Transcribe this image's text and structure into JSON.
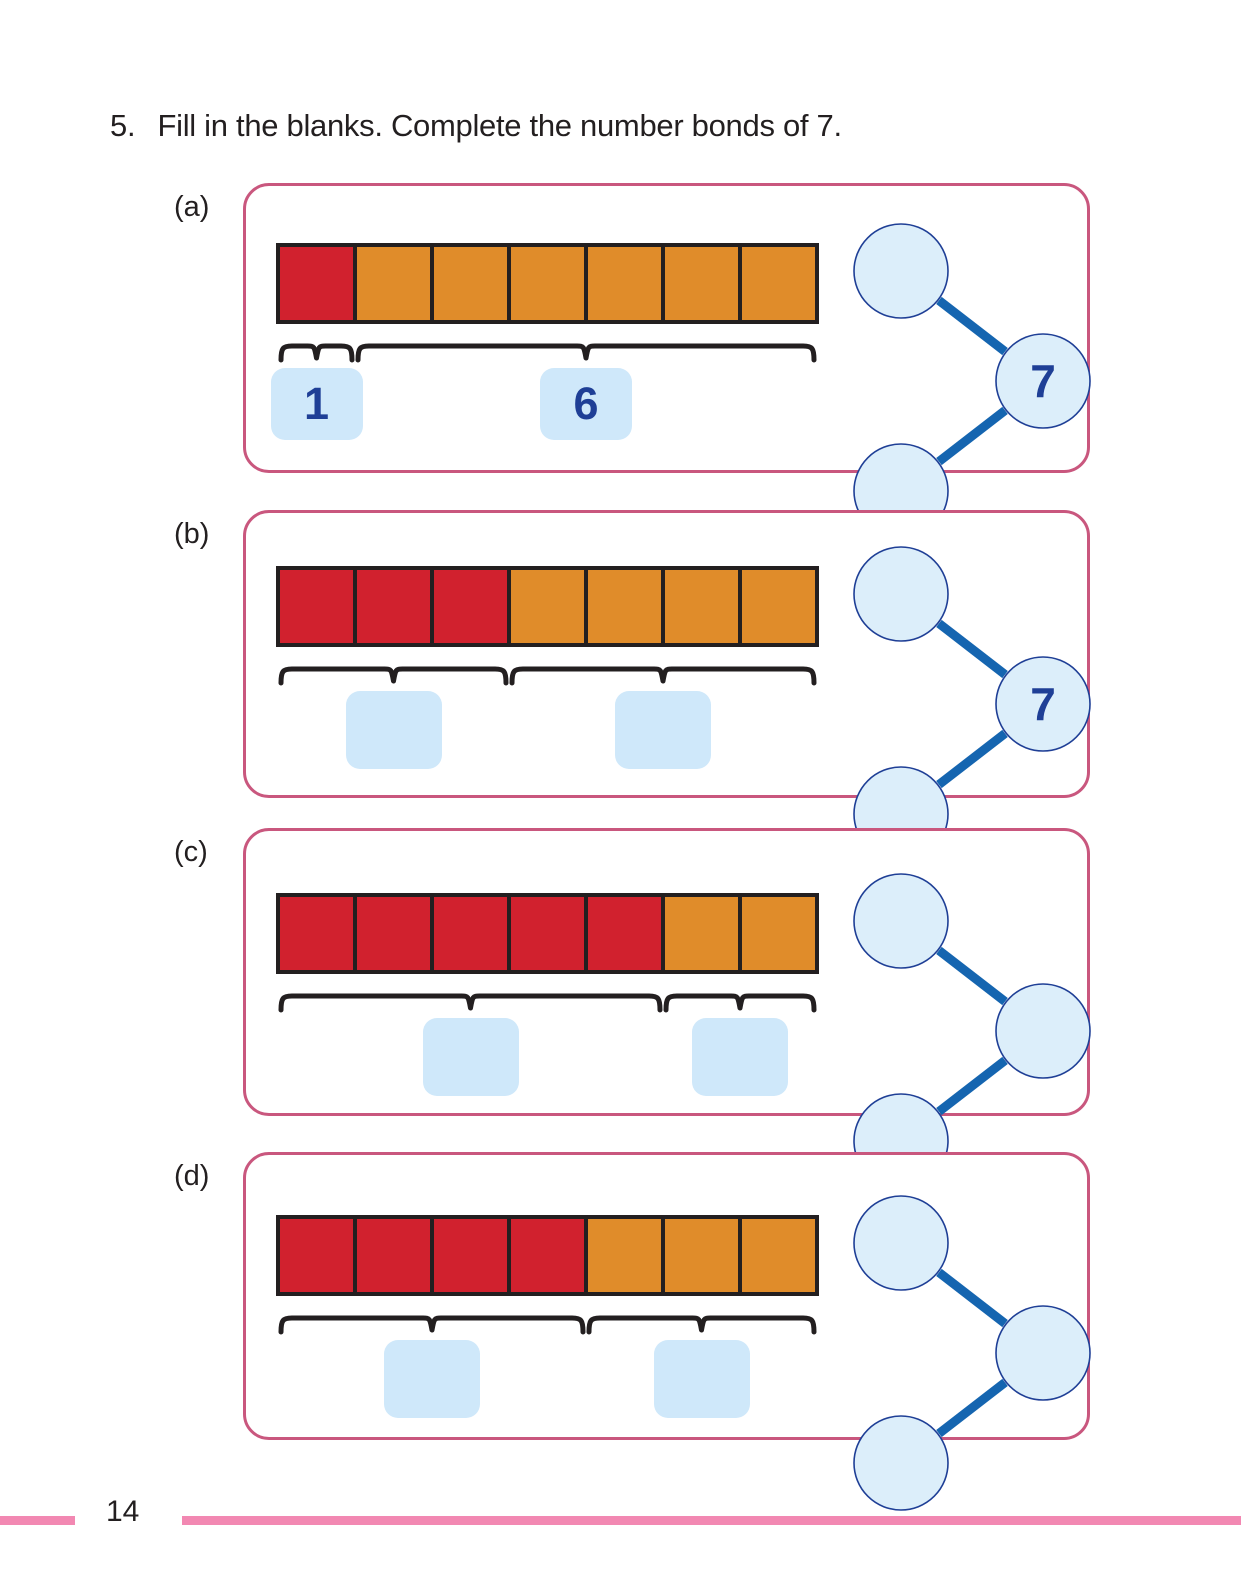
{
  "question": {
    "number": "5.",
    "text": "Fill in the blanks. Complete the number bonds of 7."
  },
  "colors": {
    "red": "#d1212e",
    "orange": "#e08c2a",
    "panel_border": "#c9577e",
    "answer_box_fill": "#cfe8fa",
    "bond_fill": "#dceefa",
    "bond_stroke": "#1f3f96",
    "connector": "#1565b0",
    "text_navy": "#1f3f96",
    "footer_rule": "#f288b2",
    "outline": "#231f20"
  },
  "parts": [
    {
      "label": "(a)",
      "bar": {
        "total": 7,
        "cells": [
          "red",
          "orange",
          "orange",
          "orange",
          "orange",
          "orange",
          "orange"
        ],
        "groups": [
          {
            "count": 1,
            "answer": "1"
          },
          {
            "count": 6,
            "answer": "6"
          }
        ]
      },
      "number_bond": {
        "part_top": "",
        "part_bottom": "",
        "whole": "7"
      }
    },
    {
      "label": "(b)",
      "bar": {
        "total": 7,
        "cells": [
          "red",
          "red",
          "red",
          "orange",
          "orange",
          "orange",
          "orange"
        ],
        "groups": [
          {
            "count": 3,
            "answer": ""
          },
          {
            "count": 4,
            "answer": ""
          }
        ]
      },
      "number_bond": {
        "part_top": "",
        "part_bottom": "",
        "whole": "7"
      }
    },
    {
      "label": "(c)",
      "bar": {
        "total": 7,
        "cells": [
          "red",
          "red",
          "red",
          "red",
          "red",
          "orange",
          "orange"
        ],
        "groups": [
          {
            "count": 5,
            "answer": ""
          },
          {
            "count": 2,
            "answer": ""
          }
        ]
      },
      "number_bond": {
        "part_top": "",
        "part_bottom": "",
        "whole": ""
      }
    },
    {
      "label": "(d)",
      "bar": {
        "total": 7,
        "cells": [
          "red",
          "red",
          "red",
          "red",
          "orange",
          "orange",
          "orange"
        ],
        "groups": [
          {
            "count": 4,
            "answer": ""
          },
          {
            "count": 3,
            "answer": ""
          }
        ]
      },
      "number_bond": {
        "part_top": "",
        "part_bottom": "",
        "whole": ""
      }
    }
  ],
  "footer": {
    "page_number": "14"
  }
}
